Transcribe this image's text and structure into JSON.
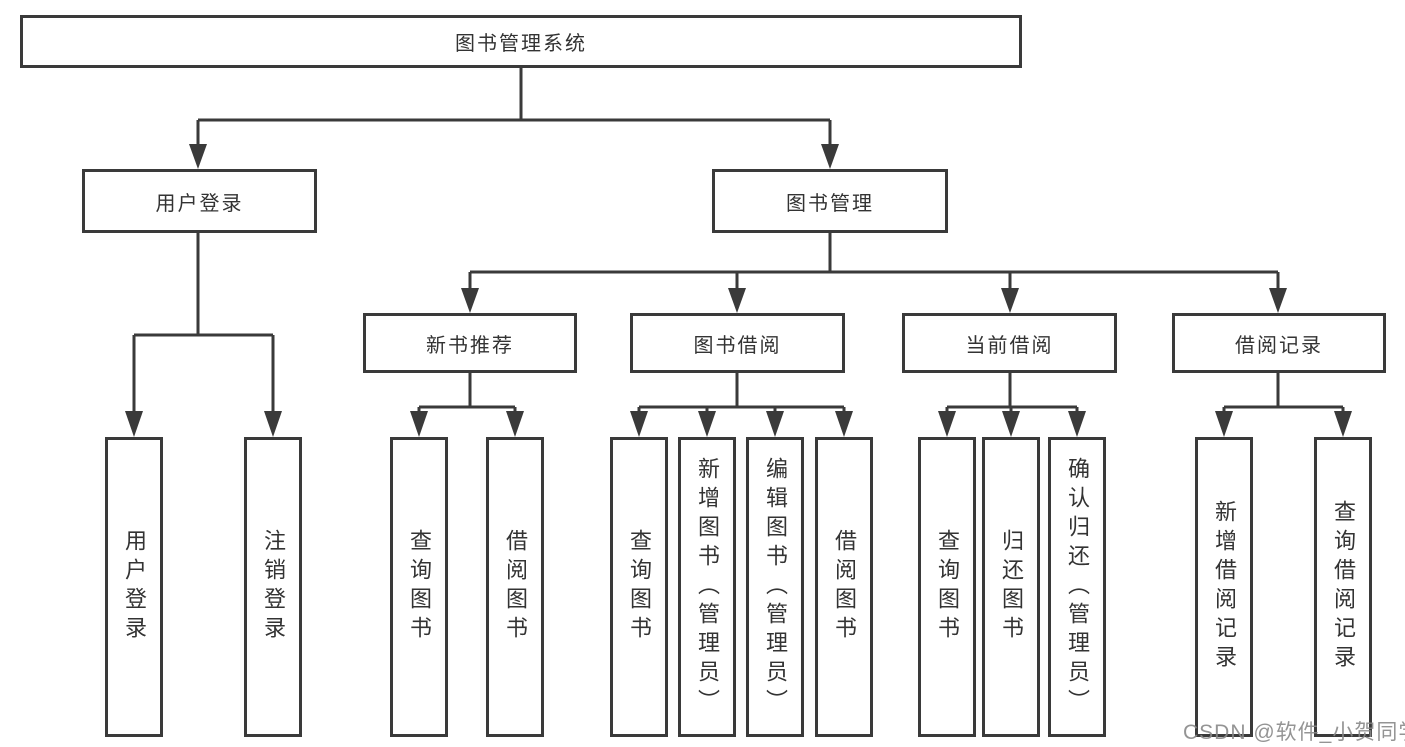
{
  "diagram": {
    "root": {
      "label": "图书管理系统"
    },
    "branches": [
      {
        "label": "用户登录",
        "children": [
          {
            "label": "用户登录"
          },
          {
            "label": "注销登录"
          }
        ]
      },
      {
        "label": "图书管理",
        "sections": [
          {
            "label": "新书推荐",
            "children": [
              {
                "label": "查询图书"
              },
              {
                "label": "借阅图书"
              }
            ]
          },
          {
            "label": "图书借阅",
            "children": [
              {
                "label": "查询图书"
              },
              {
                "label": "新增图书（管理员）"
              },
              {
                "label": "编辑图书（管理员）"
              },
              {
                "label": "借阅图书"
              }
            ]
          },
          {
            "label": "当前借阅",
            "children": [
              {
                "label": "查询图书"
              },
              {
                "label": "归还图书"
              },
              {
                "label": "确认归还（管理员）"
              }
            ]
          },
          {
            "label": "借阅记录",
            "children": [
              {
                "label": "新增借阅记录"
              },
              {
                "label": "查询借阅记录"
              }
            ]
          }
        ]
      }
    ]
  },
  "watermark": {
    "text": "CSDN @软件_小贺同学"
  },
  "colors": {
    "line": "#3a3a3a",
    "text": "#333333",
    "background": "#ffffff",
    "watermark": "#888888"
  }
}
